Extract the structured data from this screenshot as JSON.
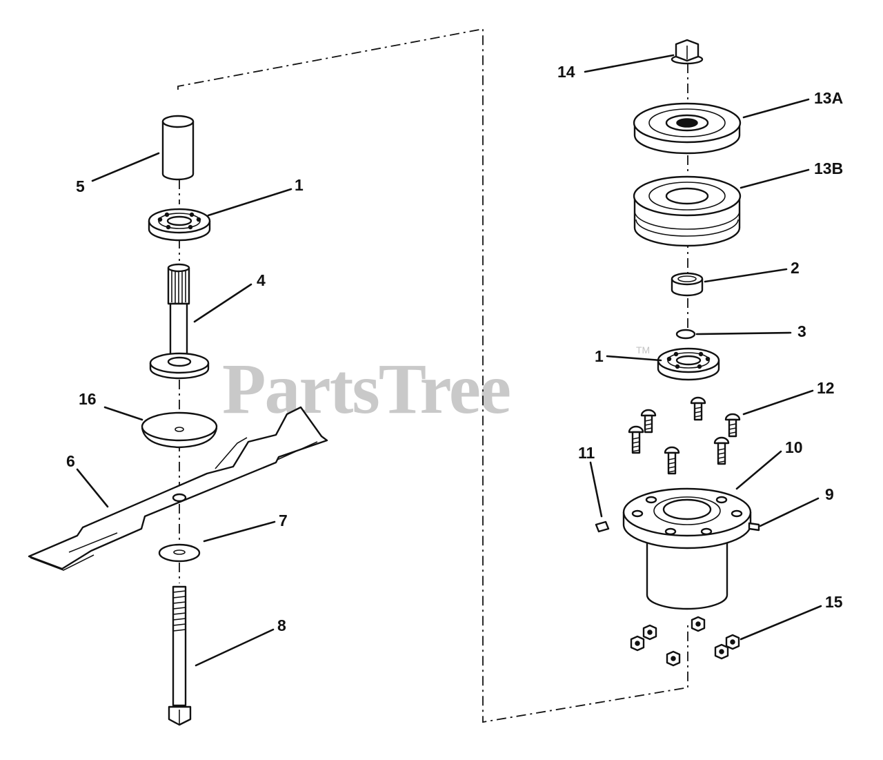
{
  "watermark": {
    "brand": "PartsTree",
    "trademark": "TM"
  },
  "callouts": [
    {
      "id": "c5",
      "text": "5"
    },
    {
      "id": "c1-left",
      "text": "1"
    },
    {
      "id": "c4",
      "text": "4"
    },
    {
      "id": "c16",
      "text": "16"
    },
    {
      "id": "c6",
      "text": "6"
    },
    {
      "id": "c7",
      "text": "7"
    },
    {
      "id": "c8",
      "text": "8"
    },
    {
      "id": "c14",
      "text": "14"
    },
    {
      "id": "c13a",
      "text": "13A"
    },
    {
      "id": "c13b",
      "text": "13B"
    },
    {
      "id": "c2",
      "text": "2"
    },
    {
      "id": "c3",
      "text": "3"
    },
    {
      "id": "c1-right",
      "text": "1"
    },
    {
      "id": "c12",
      "text": "12"
    },
    {
      "id": "c11",
      "text": "11"
    },
    {
      "id": "c10",
      "text": "10"
    },
    {
      "id": "c9",
      "text": "9"
    },
    {
      "id": "c15",
      "text": "15"
    }
  ]
}
